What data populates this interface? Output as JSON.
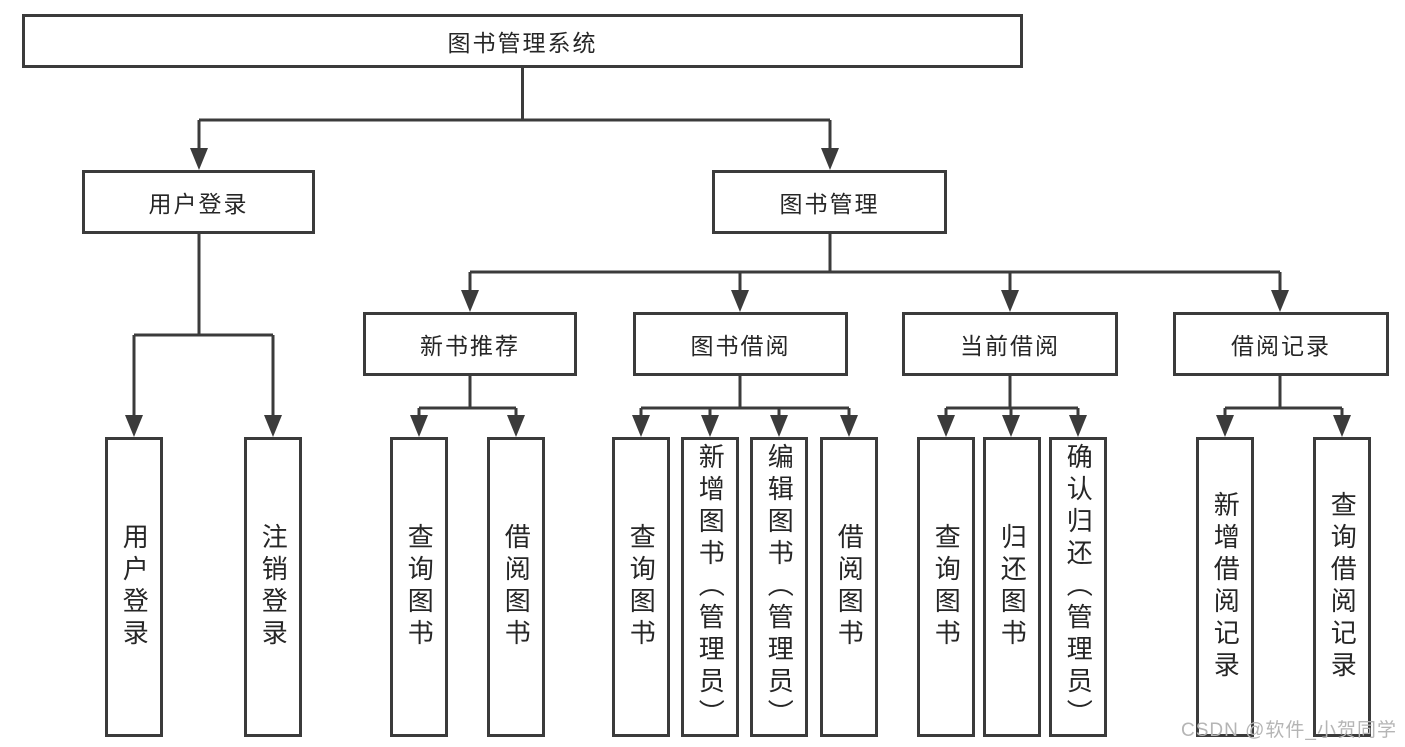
{
  "diagram": {
    "root": {
      "label": "图书管理系统"
    },
    "branches": [
      {
        "label": "用户登录",
        "children": [
          {
            "label": "用户登录"
          },
          {
            "label": "注销登录"
          }
        ]
      },
      {
        "label": "图书管理",
        "children": [
          {
            "label": "新书推荐",
            "children": [
              {
                "label": "查询图书"
              },
              {
                "label": "借阅图书"
              }
            ]
          },
          {
            "label": "图书借阅",
            "children": [
              {
                "label": "查询图书"
              },
              {
                "label": "新增图书（管理员）"
              },
              {
                "label": "编辑图书（管理员）"
              },
              {
                "label": "借阅图书"
              }
            ]
          },
          {
            "label": "当前借阅",
            "children": [
              {
                "label": "查询图书"
              },
              {
                "label": "归还图书"
              },
              {
                "label": "确认归还（管理员）"
              }
            ]
          },
          {
            "label": "借阅记录",
            "children": [
              {
                "label": "新增借阅记录"
              },
              {
                "label": "查询借阅记录"
              }
            ]
          }
        ]
      }
    ]
  },
  "watermark": {
    "text": "CSDN @软件_小贺同学"
  },
  "colors": {
    "line": "#3b3b3b",
    "text": "#262626",
    "background": "#ffffff",
    "watermark": "#b5b5b5"
  }
}
